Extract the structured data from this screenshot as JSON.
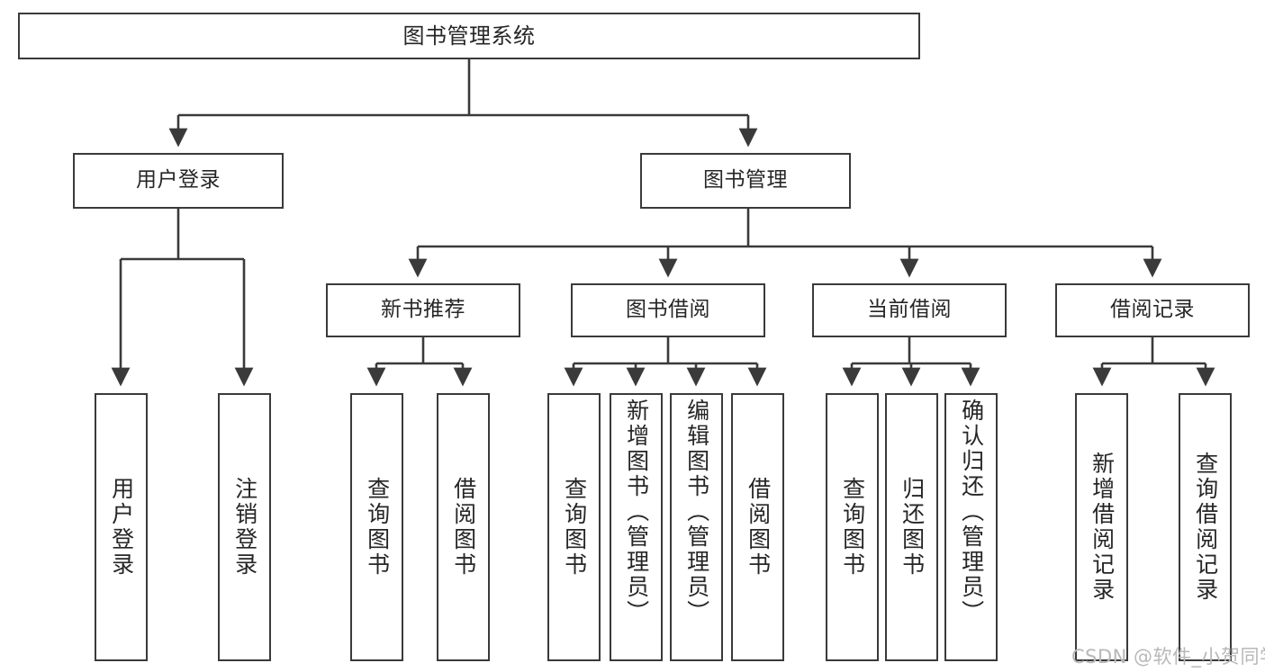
{
  "diagram": {
    "title": "图书管理系统",
    "type": "tree-hierarchy",
    "root": {
      "label": "图书管理系统"
    },
    "level2": [
      {
        "label": "用户登录"
      },
      {
        "label": "图书管理"
      }
    ],
    "level3": [
      {
        "label": "新书推荐"
      },
      {
        "label": "图书借阅"
      },
      {
        "label": "当前借阅"
      },
      {
        "label": "借阅记录"
      }
    ],
    "leaves": {
      "user_login": [
        {
          "label": "用户登录"
        },
        {
          "label": "注销登录"
        }
      ],
      "new_book_recommend": [
        {
          "label": "查询图书"
        },
        {
          "label": "借阅图书"
        }
      ],
      "book_borrow": [
        {
          "label": "查询图书"
        },
        {
          "label": "新增图书（管理员）"
        },
        {
          "label": "编辑图书（管理员）"
        },
        {
          "label": "借阅图书"
        }
      ],
      "current_borrow": [
        {
          "label": "查询图书"
        },
        {
          "label": "归还图书"
        },
        {
          "label": "确认归还（管理员）"
        }
      ],
      "borrow_record": [
        {
          "label": "新增借阅记录"
        },
        {
          "label": "查询借阅记录"
        }
      ]
    }
  },
  "watermark": {
    "text": "CSDN @软件_小贺同学"
  },
  "colors": {
    "stroke": "#3a3a3a",
    "text": "#262626",
    "background": "#ffffff",
    "watermark": "#b8b8b8"
  }
}
